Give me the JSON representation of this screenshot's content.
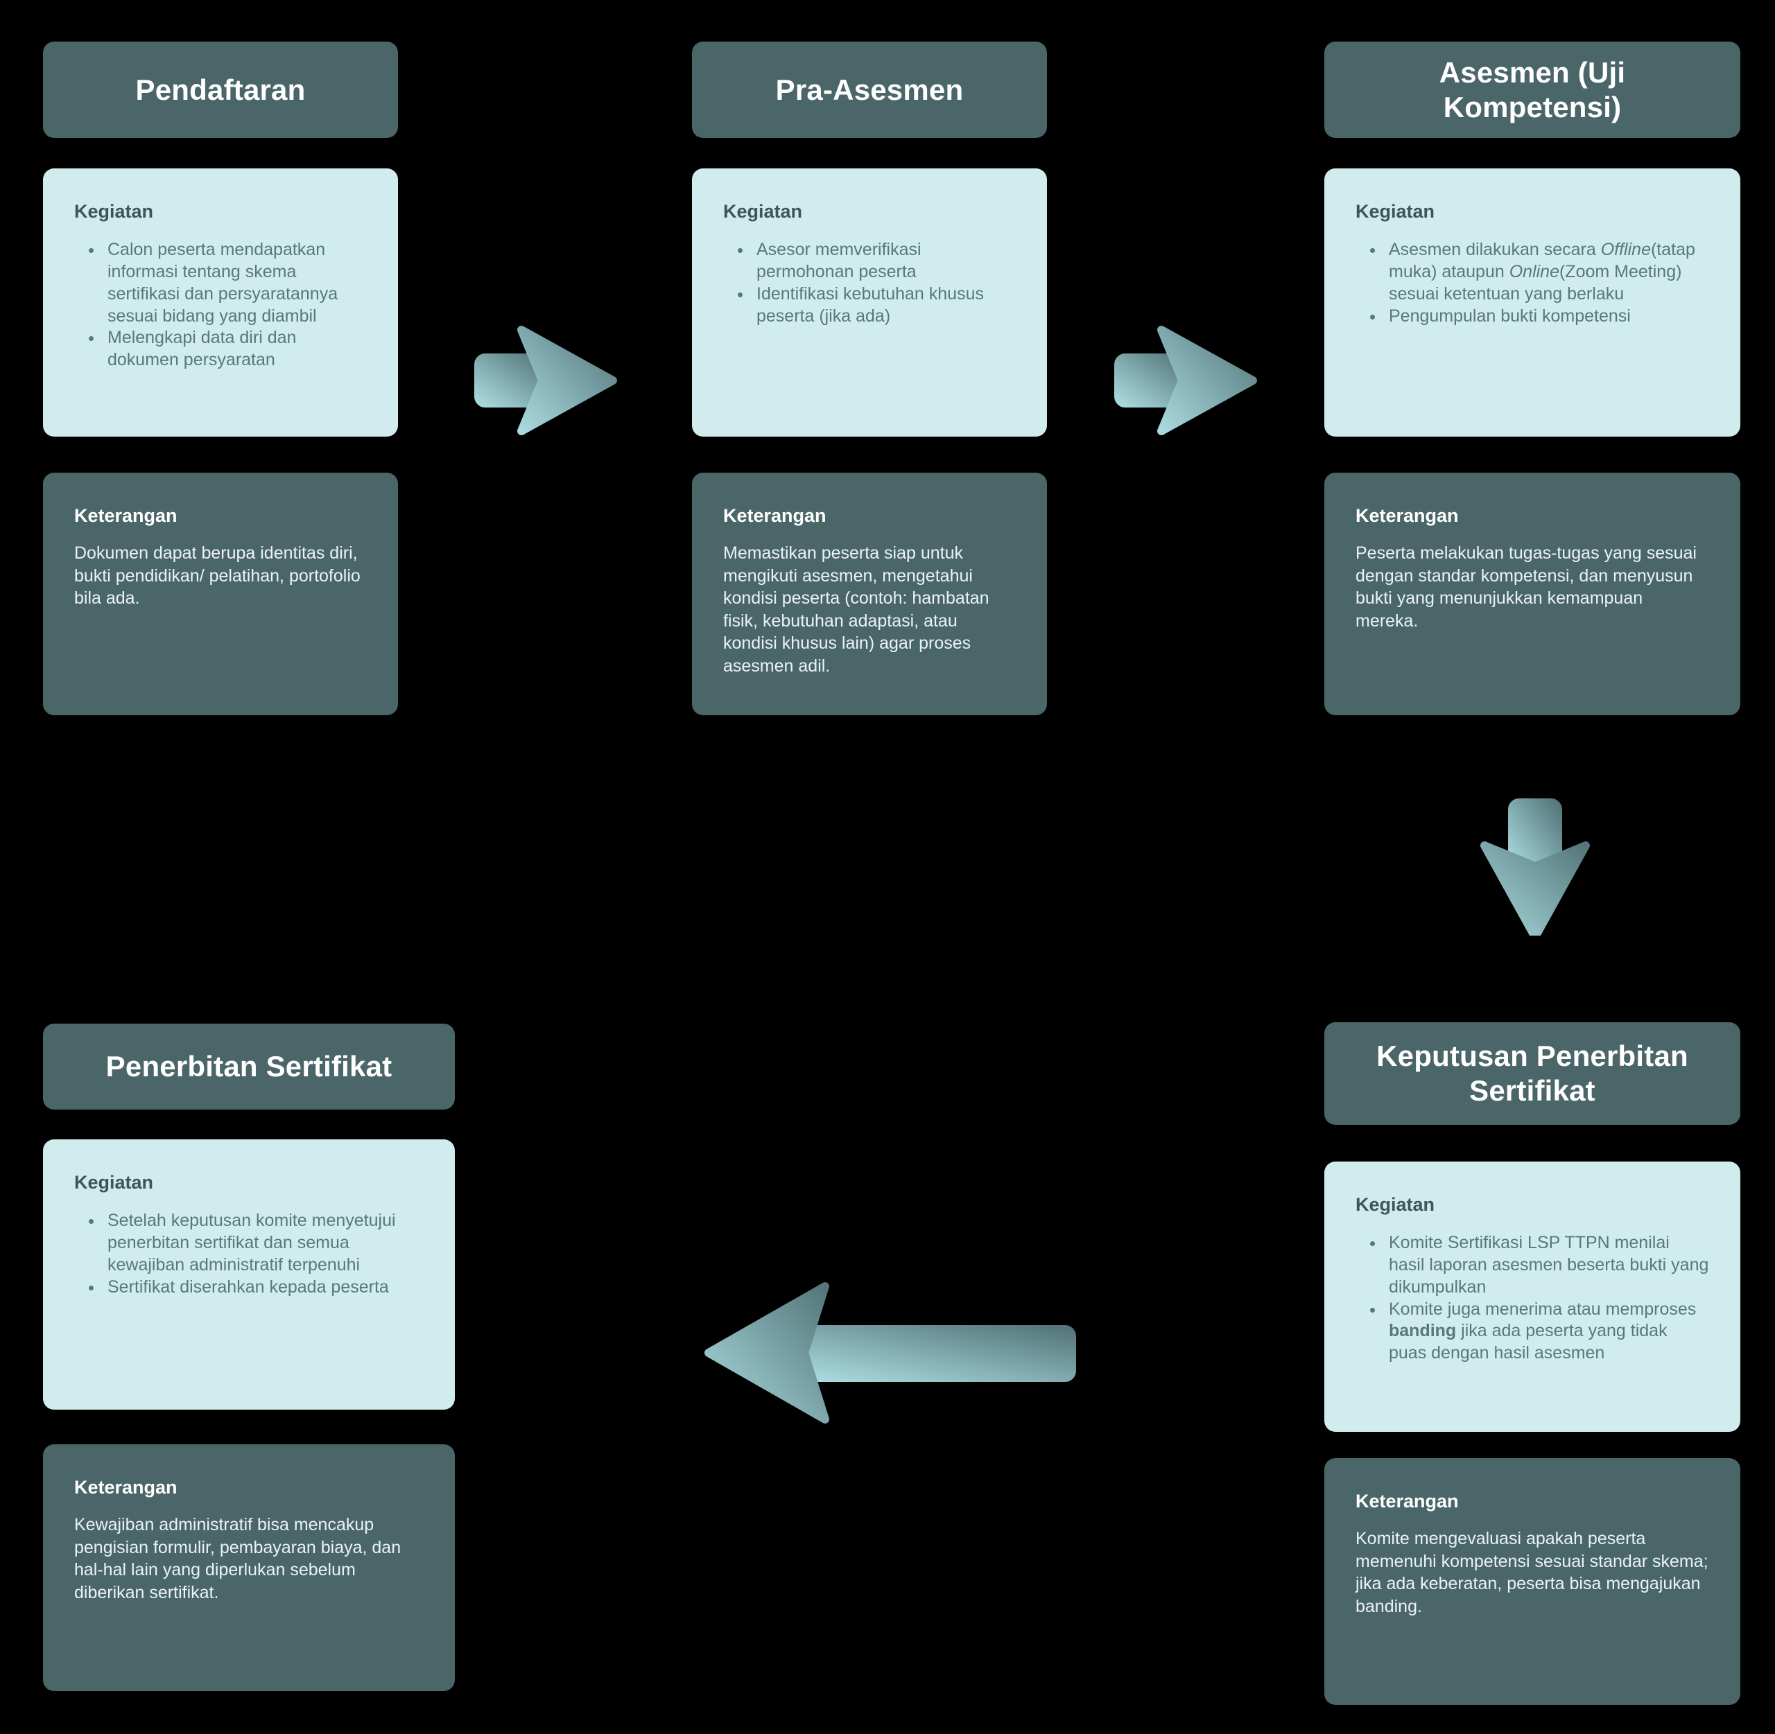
{
  "colors": {
    "background": "#000000",
    "box_dark": "#4b6669",
    "box_light": "#d0ecee",
    "title_light": "#ffffff",
    "heading_dark": "#3e565a",
    "body_dark": "#5a777b",
    "body_light": "#eaf3f3",
    "arrow_light": "#a9dade",
    "arrow_dark": "#54767a"
  },
  "stages": [
    {
      "title": "Pendaftaran",
      "kegiatan_label": "Kegiatan",
      "keterangan_label": "Keterangan",
      "items": [
        {
          "segments": [
            {
              "text": "Calon peserta mendapatkan informasi tentang skema sertifikasi dan persyaratannya sesuai bidang yang diambil"
            }
          ]
        },
        {
          "segments": [
            {
              "text": "Melengkapi data diri dan dokumen persyaratan"
            }
          ]
        }
      ],
      "keterangan_text": "Dokumen dapat berupa identitas diri, bukti pendidikan/ pelatihan, portofolio bila ada."
    },
    {
      "title": "Pra-Asesmen",
      "kegiatan_label": "Kegiatan",
      "keterangan_label": "Keterangan",
      "items": [
        {
          "segments": [
            {
              "text": "Asesor memverifikasi permohonan peserta"
            }
          ]
        },
        {
          "segments": [
            {
              "text": "Identifikasi kebutuhan khusus peserta (jika ada)"
            }
          ]
        }
      ],
      "keterangan_text": "Memastikan peserta siap untuk mengikuti asesmen, mengetahui kondisi peserta (contoh: hambatan fisik, kebutuhan adaptasi, atau kondisi khusus lain) agar proses asesmen adil."
    },
    {
      "title": "Asesmen (Uji Kompetensi)",
      "kegiatan_label": "Kegiatan",
      "keterangan_label": "Keterangan",
      "items": [
        {
          "segments": [
            {
              "text": "Asesmen dilakukan secara "
            },
            {
              "text": "Offline",
              "style": "italic"
            },
            {
              "text": "(tatap muka) ataupun "
            },
            {
              "text": "Online",
              "style": "italic"
            },
            {
              "text": "(Zoom Meeting) sesuai ketentuan yang berlaku"
            }
          ]
        },
        {
          "segments": [
            {
              "text": "Pengumpulan bukti kompetensi"
            }
          ]
        }
      ],
      "keterangan_text": "Peserta melakukan tugas-tugas yang sesuai dengan standar kompetensi, dan menyusun bukti yang menunjukkan kemampuan mereka."
    },
    {
      "title": "Keputusan Penerbitan Sertifikat",
      "kegiatan_label": "Kegiatan",
      "keterangan_label": "Keterangan",
      "items": [
        {
          "segments": [
            {
              "text": "Komite Sertifikasi LSP TTPN menilai hasil laporan asesmen beserta bukti yang dikumpulkan"
            }
          ]
        },
        {
          "segments": [
            {
              "text": "Komite juga menerima atau memproses "
            },
            {
              "text": "banding",
              "style": "bold"
            },
            {
              "text": " jika ada peserta yang tidak puas dengan hasil asesmen"
            }
          ]
        }
      ],
      "keterangan_text": "Komite mengevaluasi apakah peserta memenuhi kompetensi sesuai standar skema; jika ada keberatan, peserta bisa mengajukan banding."
    },
    {
      "title": "Penerbitan Sertifikat",
      "kegiatan_label": "Kegiatan",
      "keterangan_label": "Keterangan",
      "items": [
        {
          "segments": [
            {
              "text": "Setelah keputusan komite menyetujui penerbitan sertifikat dan semua kewajiban administratif terpenuhi"
            }
          ]
        },
        {
          "segments": [
            {
              "text": "Sertifikat diserahkan kepada peserta"
            }
          ]
        }
      ],
      "keterangan_text": "Kewajiban administratif bisa mencakup pengisian formulir, pembayaran biaya, dan hal-hal lain yang diperlukan sebelum diberikan sertifikat."
    }
  ],
  "arrows": [
    {
      "name": "arrow-pendaftaran-to-pra-asesmen",
      "direction": "right"
    },
    {
      "name": "arrow-pra-asesmen-to-asesmen",
      "direction": "right"
    },
    {
      "name": "arrow-asesmen-to-keputusan",
      "direction": "down"
    },
    {
      "name": "arrow-keputusan-to-penerbitan",
      "direction": "left"
    }
  ]
}
